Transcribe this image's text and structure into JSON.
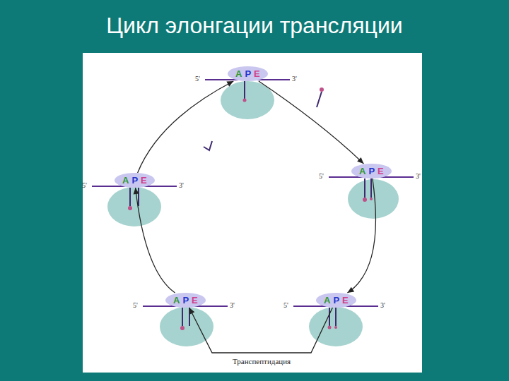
{
  "diagram": {
    "title": "Цикл элонгации трансляции",
    "nodes": [
      {
        "text": [
          "A",
          "P",
          "E"
        ]
      },
      {
        "text": [
          "A",
          "P",
          "E"
        ]
      },
      {
        "text": [
          "A",
          "P",
          "E"
        ]
      },
      {
        "text": [
          "A",
          "P",
          "E"
        ]
      },
      {
        "text": [
          "A",
          "P",
          "E"
        ]
      }
    ],
    "edges": [
      {
        "from": 0,
        "to": 1,
        "arrow": "to"
      },
      {
        "from": 1,
        "to": 2,
        "arrow": "to"
      },
      {
        "from": 2,
        "to": 3,
        "label": "Транспептидация",
        "arrow": "to"
      },
      {
        "from": 3,
        "to": 4,
        "arrow": "to"
      },
      {
        "from": 4,
        "to": 0,
        "arrow": "to"
      }
    ],
    "labels": [
      "5'",
      "3'",
      "5'",
      "3'",
      "5'",
      "3'",
      "5'",
      "3'",
      "5'",
      "3'"
    ]
  }
}
